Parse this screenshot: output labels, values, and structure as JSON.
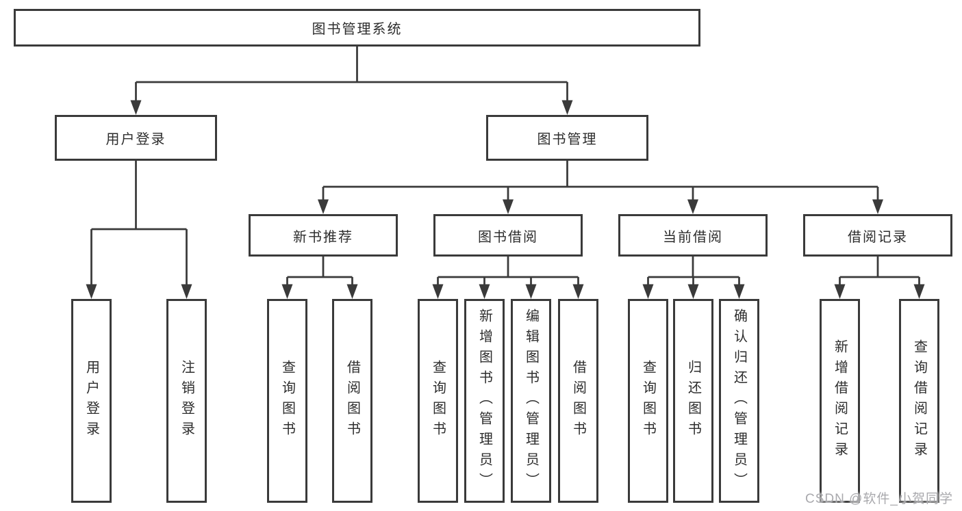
{
  "tree": {
    "root": "图书管理系统",
    "branches": [
      {
        "label": "用户登录",
        "children": [
          "用户登录",
          "注销登录"
        ]
      },
      {
        "label": "图书管理",
        "sections": [
          {
            "label": "新书推荐",
            "children": [
              "查询图书",
              "借阅图书"
            ]
          },
          {
            "label": "图书借阅",
            "children": [
              "查询图书",
              "新增图书（管理员）",
              "编辑图书（管理员）",
              "借阅图书"
            ]
          },
          {
            "label": "当前借阅",
            "children": [
              "查询图书",
              "归还图书",
              "确认归还（管理员）"
            ]
          },
          {
            "label": "借阅记录",
            "children": [
              "新增借阅记录",
              "查询借阅记录"
            ]
          }
        ]
      }
    ]
  },
  "watermark": {
    "text": "CSDN @软件_小贺同学"
  },
  "colors": {
    "line": "#3a3a3a",
    "text": "#2d2d2d",
    "watermark": "#a9a9ad",
    "background": "#ffffff"
  }
}
